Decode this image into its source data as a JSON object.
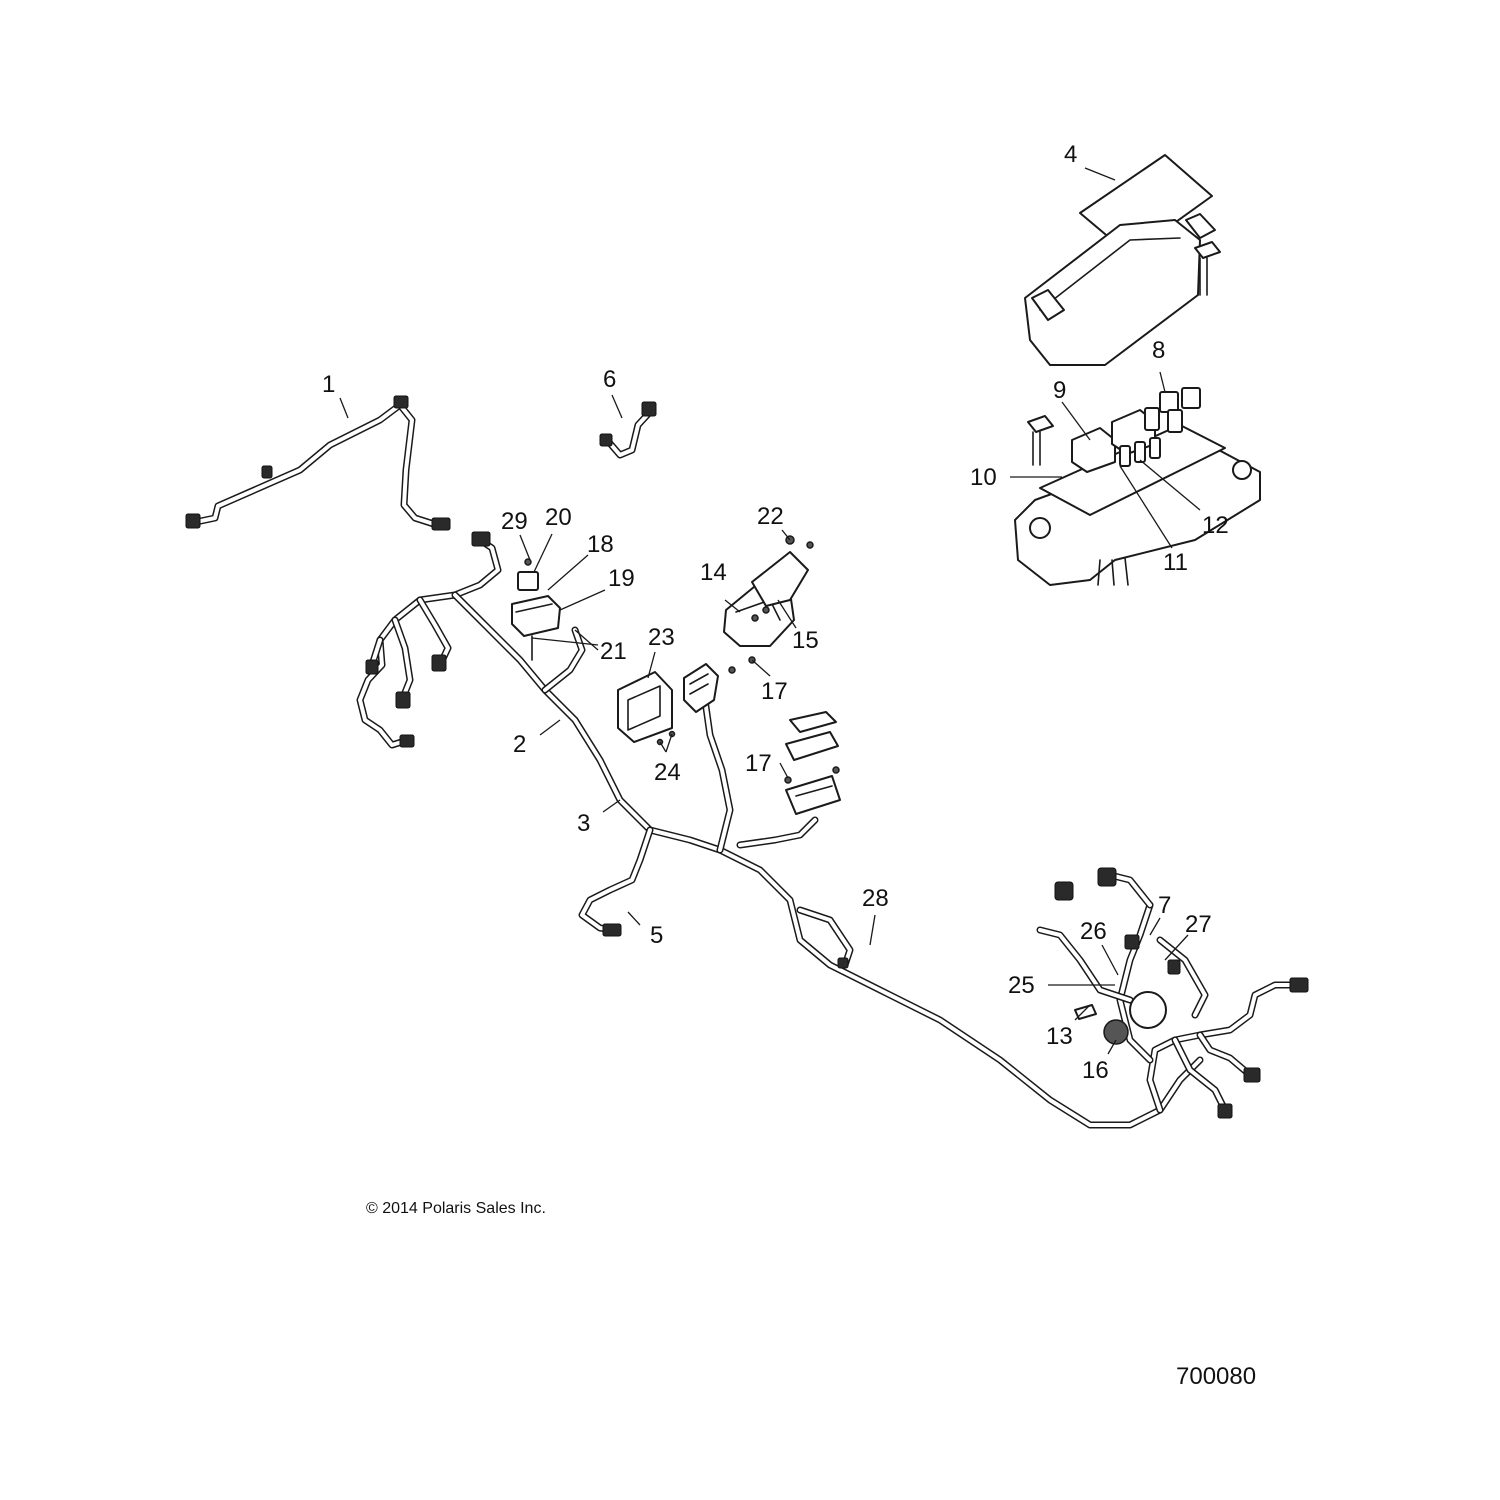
{
  "callouts": [
    {
      "id": "1",
      "label": "1"
    },
    {
      "id": "2",
      "label": "2"
    },
    {
      "id": "3",
      "label": "3"
    },
    {
      "id": "4",
      "label": "4"
    },
    {
      "id": "5",
      "label": "5"
    },
    {
      "id": "6",
      "label": "6"
    },
    {
      "id": "7",
      "label": "7"
    },
    {
      "id": "8",
      "label": "8"
    },
    {
      "id": "9",
      "label": "9"
    },
    {
      "id": "10",
      "label": "10"
    },
    {
      "id": "11",
      "label": "11"
    },
    {
      "id": "12",
      "label": "12"
    },
    {
      "id": "13",
      "label": "13"
    },
    {
      "id": "14",
      "label": "14"
    },
    {
      "id": "15",
      "label": "15"
    },
    {
      "id": "16",
      "label": "16"
    },
    {
      "id": "17a",
      "label": "17"
    },
    {
      "id": "17b",
      "label": "17"
    },
    {
      "id": "18",
      "label": "18"
    },
    {
      "id": "19",
      "label": "19"
    },
    {
      "id": "20",
      "label": "20"
    },
    {
      "id": "21",
      "label": "21"
    },
    {
      "id": "22",
      "label": "22"
    },
    {
      "id": "23",
      "label": "23"
    },
    {
      "id": "24",
      "label": "24"
    },
    {
      "id": "25",
      "label": "25"
    },
    {
      "id": "26",
      "label": "26"
    },
    {
      "id": "27",
      "label": "27"
    },
    {
      "id": "28",
      "label": "28"
    },
    {
      "id": "29",
      "label": "29"
    }
  ],
  "footer": {
    "copyright": "© 2014 Polaris Sales Inc.",
    "diagram_code": "700080"
  },
  "colors": {
    "line": "#1a1a1a",
    "background": "#ffffff"
  }
}
